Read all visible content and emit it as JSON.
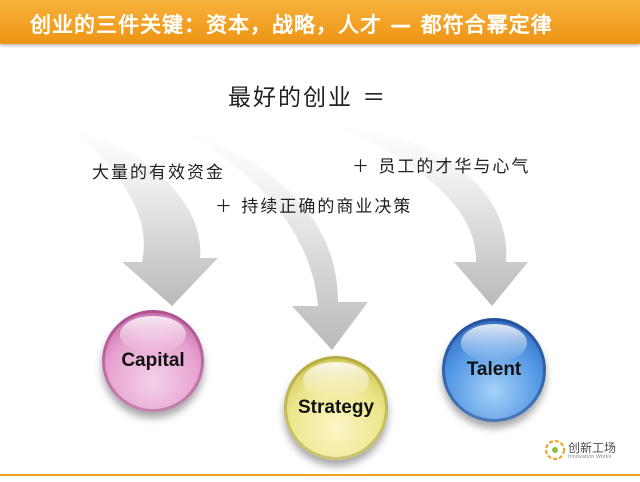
{
  "header": {
    "title": "创业的三件关键：资本，战略，人才 — 都符合幂定律"
  },
  "main": {
    "heading": "最好的创业 ＝",
    "factors": [
      "大量的有效资金",
      "＋ 员工的才华与心气",
      "＋ 持续正确的商业决策"
    ],
    "balls": [
      {
        "label": "Capital"
      },
      {
        "label": "Strategy"
      },
      {
        "label": "Talent"
      }
    ]
  },
  "logo": {
    "name": "创新工场",
    "sub": "Innovation Works"
  },
  "colors": {
    "header": "#f0a020",
    "capital": "#e6a0cf",
    "strategy": "#ece58a",
    "talent": "#4f94e3"
  }
}
